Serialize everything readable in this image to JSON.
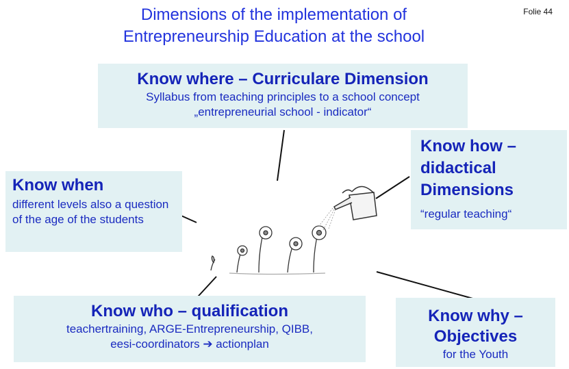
{
  "slide": {
    "title_line1": "Dimensions of the implementation of",
    "title_line2": "Entrepreneurship Education at the school",
    "folie": "Folie 44"
  },
  "boxes": {
    "where": {
      "head": "Know where – Curriculare Dimension",
      "body_line1": "Syllabus from teaching principles to a school concept",
      "body_line2": "„entrepreneurial school - indicator“"
    },
    "how": {
      "head_line1": "Know how –",
      "head_line2": "didactical",
      "head_line3": "Dimensions",
      "body": "“regular teaching“"
    },
    "when": {
      "head": "Know when",
      "body": "different levels also a question of the age of the students"
    },
    "who": {
      "head": "Know who – qualification",
      "body_line1": "teachertraining, ARGE-Entrepreneurship, QIBB,",
      "body_line2": "eesi-coordinators ➔ actionplan"
    },
    "why": {
      "head_line1": "Know why –",
      "head_line2": "Objectives",
      "body": "for the Youth"
    }
  },
  "colors": {
    "title": "#2233dd",
    "box_fill": "#e2f1f3",
    "box_text": "#1524b8"
  }
}
